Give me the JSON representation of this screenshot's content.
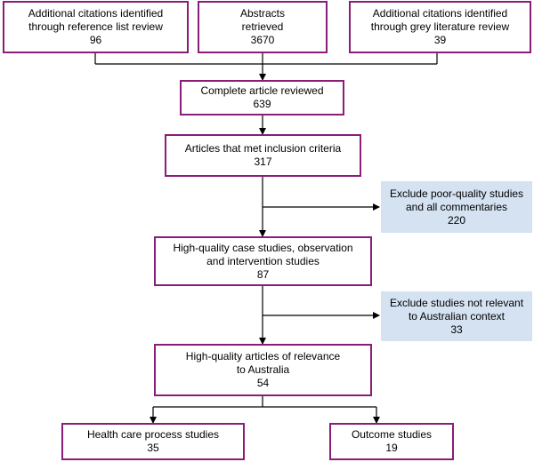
{
  "colors": {
    "box_border": "#8a1d78",
    "exclusion_fill": "#d4e2f1",
    "line": "#000000"
  },
  "sources": [
    {
      "lines": [
        "Additional citations identified",
        "through reference list review"
      ],
      "count": "96"
    },
    {
      "lines": [
        "Abstracts",
        "retrieved"
      ],
      "count": "3670"
    },
    {
      "lines": [
        "Additional citations identified",
        "through grey literature review"
      ],
      "count": "39"
    }
  ],
  "steps": [
    {
      "lines": [
        "Complete article reviewed"
      ],
      "count": "639"
    },
    {
      "lines": [
        "Articles that met inclusion criteria"
      ],
      "count": "317"
    },
    {
      "lines": [
        "High-quality case studies, observation",
        "and intervention studies"
      ],
      "count": "87"
    },
    {
      "lines": [
        "High-quality articles of relevance",
        "to Australia"
      ],
      "count": "54"
    }
  ],
  "exclusions": [
    {
      "lines": [
        "Exclude poor-quality studies",
        "and all commentaries"
      ],
      "count": "220"
    },
    {
      "lines": [
        "Exclude studies not relevant",
        "to Australian context"
      ],
      "count": "33"
    }
  ],
  "outcomes": [
    {
      "lines": [
        "Health care process studies"
      ],
      "count": "35"
    },
    {
      "lines": [
        "Outcome studies"
      ],
      "count": "19"
    }
  ]
}
